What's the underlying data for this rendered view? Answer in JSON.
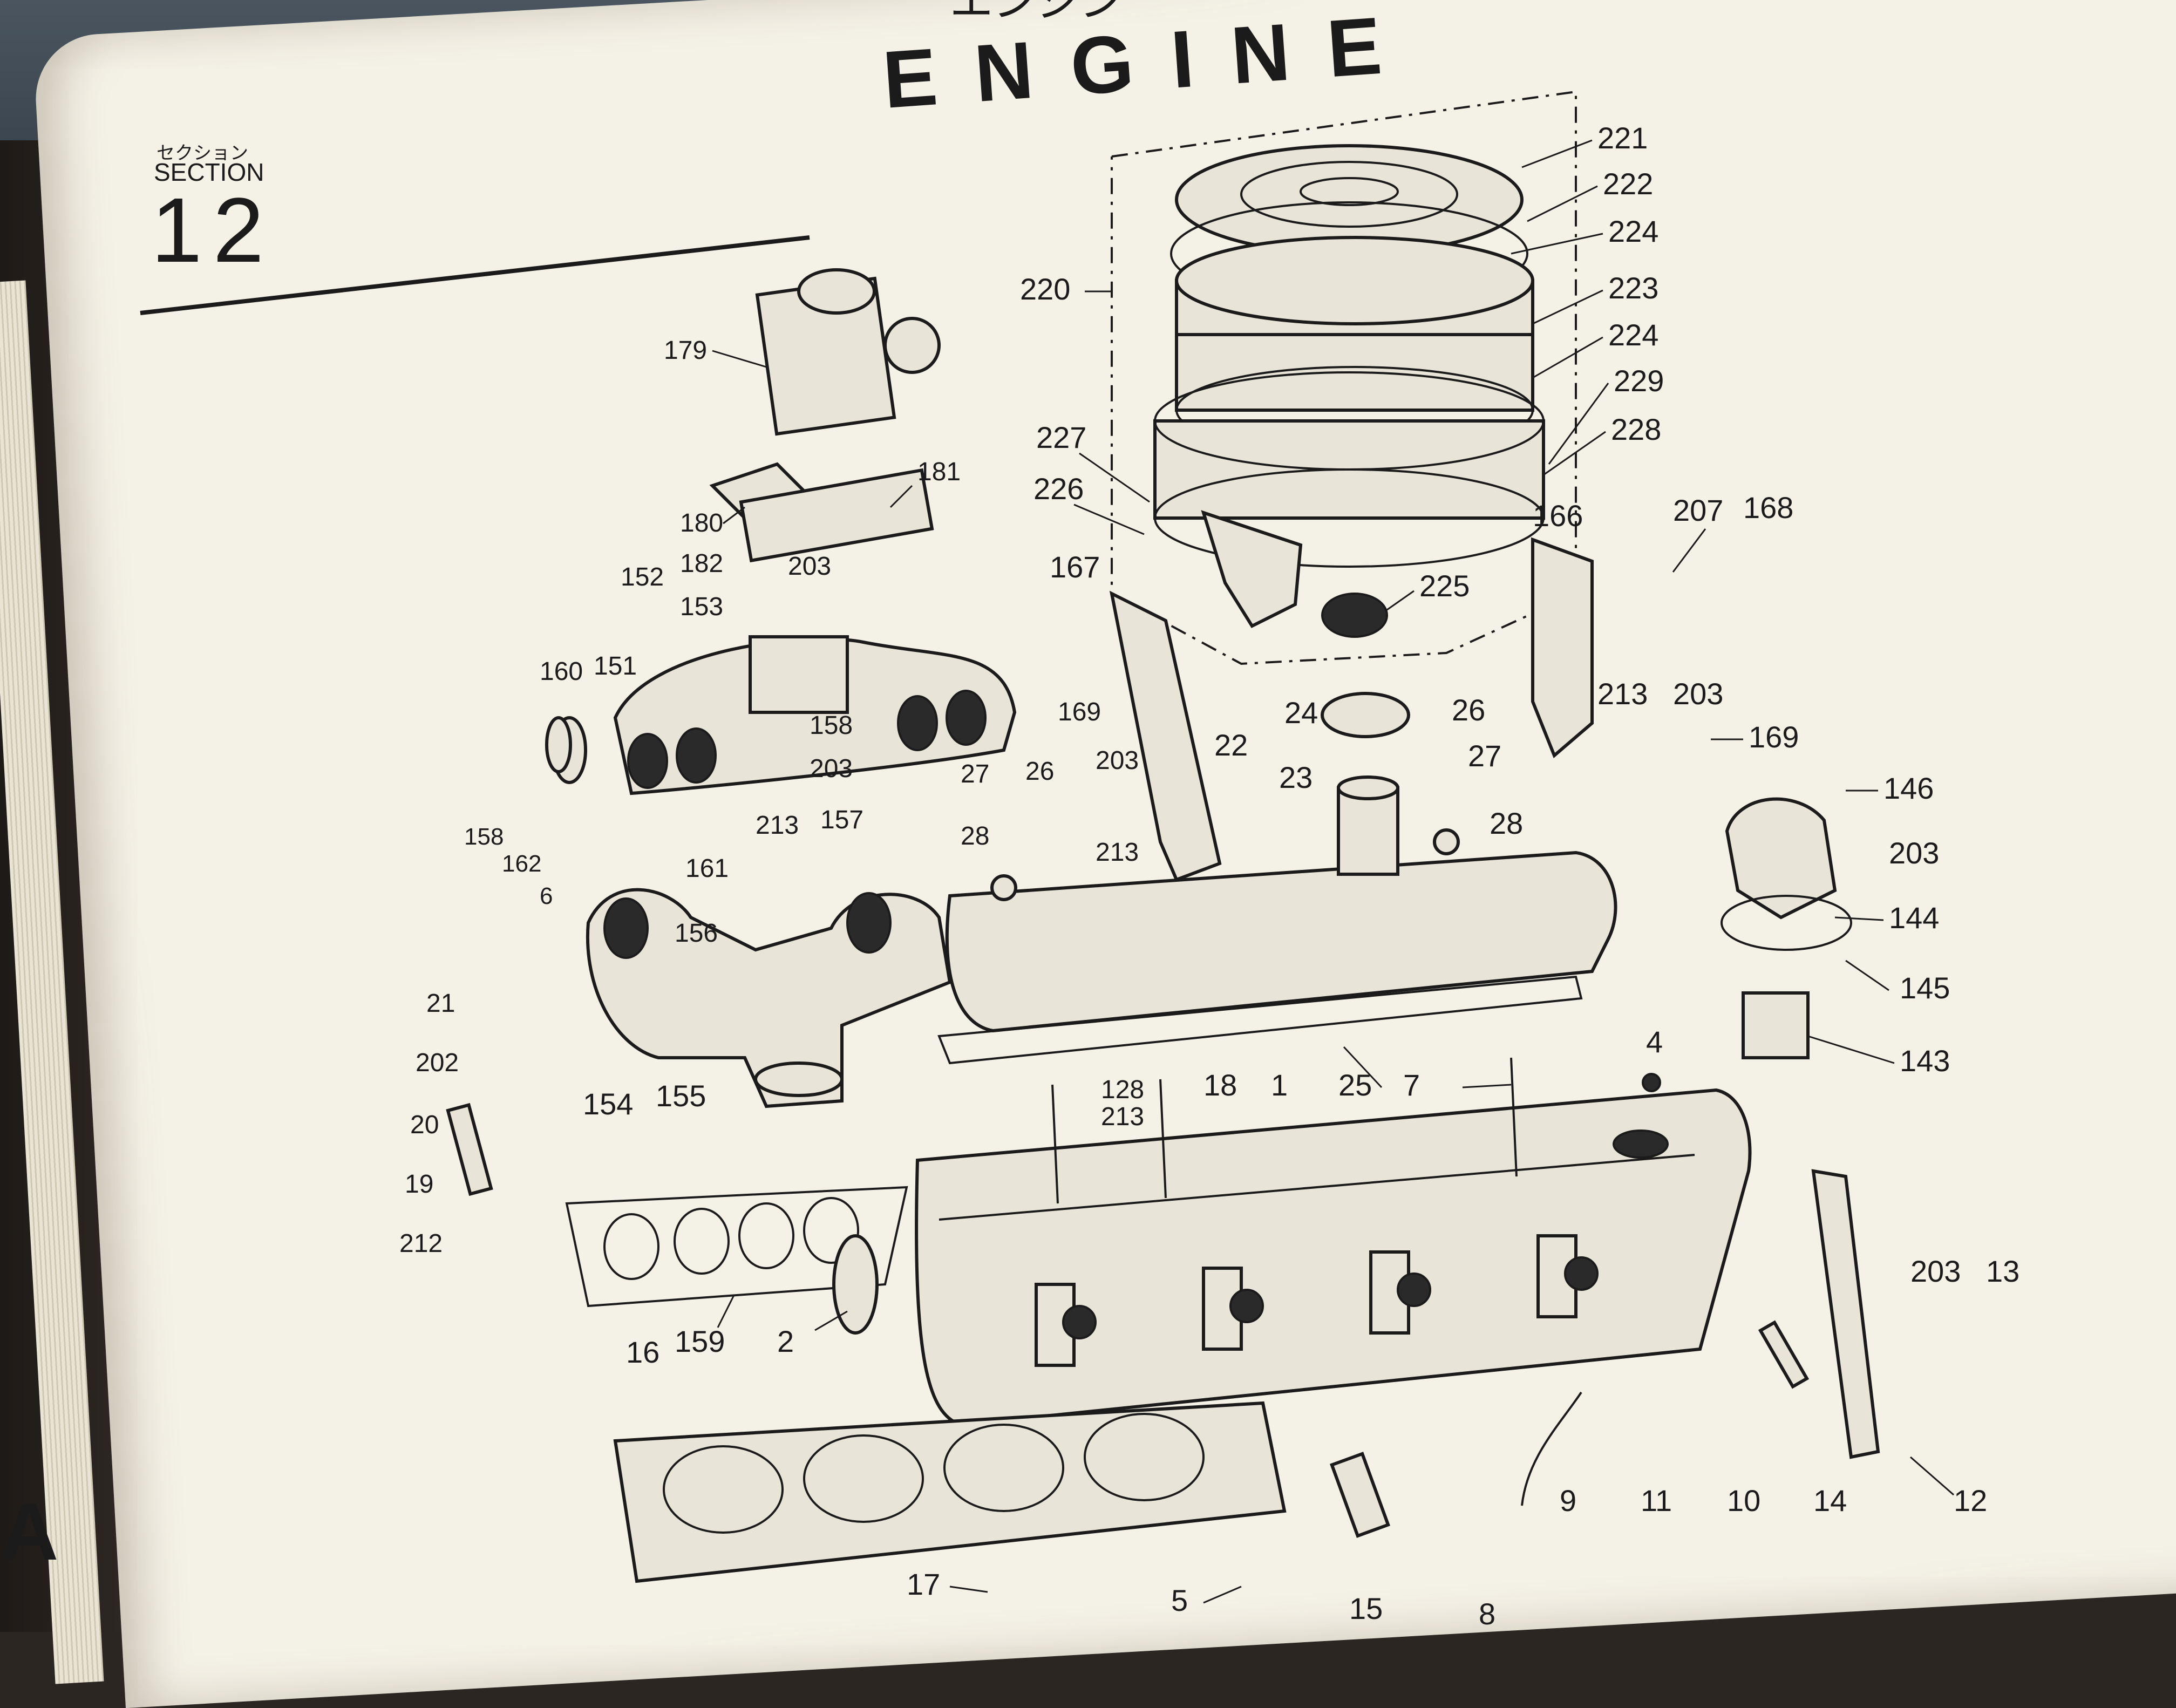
{
  "header": {
    "title": "ENGINE",
    "kana_title": "エンジン",
    "section_kana": "セクション",
    "section_label": "SECTION",
    "section_number": "12",
    "corner_letter": "A"
  },
  "colors": {
    "paper": "#f4f1e6",
    "ink": "#1b1b1b"
  },
  "callouts": [
    "221",
    "222",
    "224",
    "223",
    "224",
    "229",
    "228",
    "220",
    "227",
    "226",
    "225",
    "179",
    "181",
    "180",
    "182",
    "203",
    "152",
    "153",
    "160",
    "151",
    "158",
    "203",
    "167",
    "166",
    "207",
    "168",
    "213",
    "203",
    "169",
    "24",
    "22",
    "23",
    "26",
    "27",
    "28",
    "169",
    "203",
    "213",
    "27",
    "26",
    "28",
    "146",
    "203",
    "144",
    "145",
    "143",
    "158",
    "162",
    "6",
    "161",
    "213",
    "157",
    "156",
    "21",
    "202",
    "20",
    "19",
    "212",
    "154",
    "155",
    "128",
    "213",
    "18",
    "1",
    "25",
    "7",
    "4",
    "159",
    "2",
    "16",
    "203",
    "13",
    "14",
    "12",
    "9",
    "11",
    "10",
    "17",
    "5",
    "15",
    "8"
  ]
}
